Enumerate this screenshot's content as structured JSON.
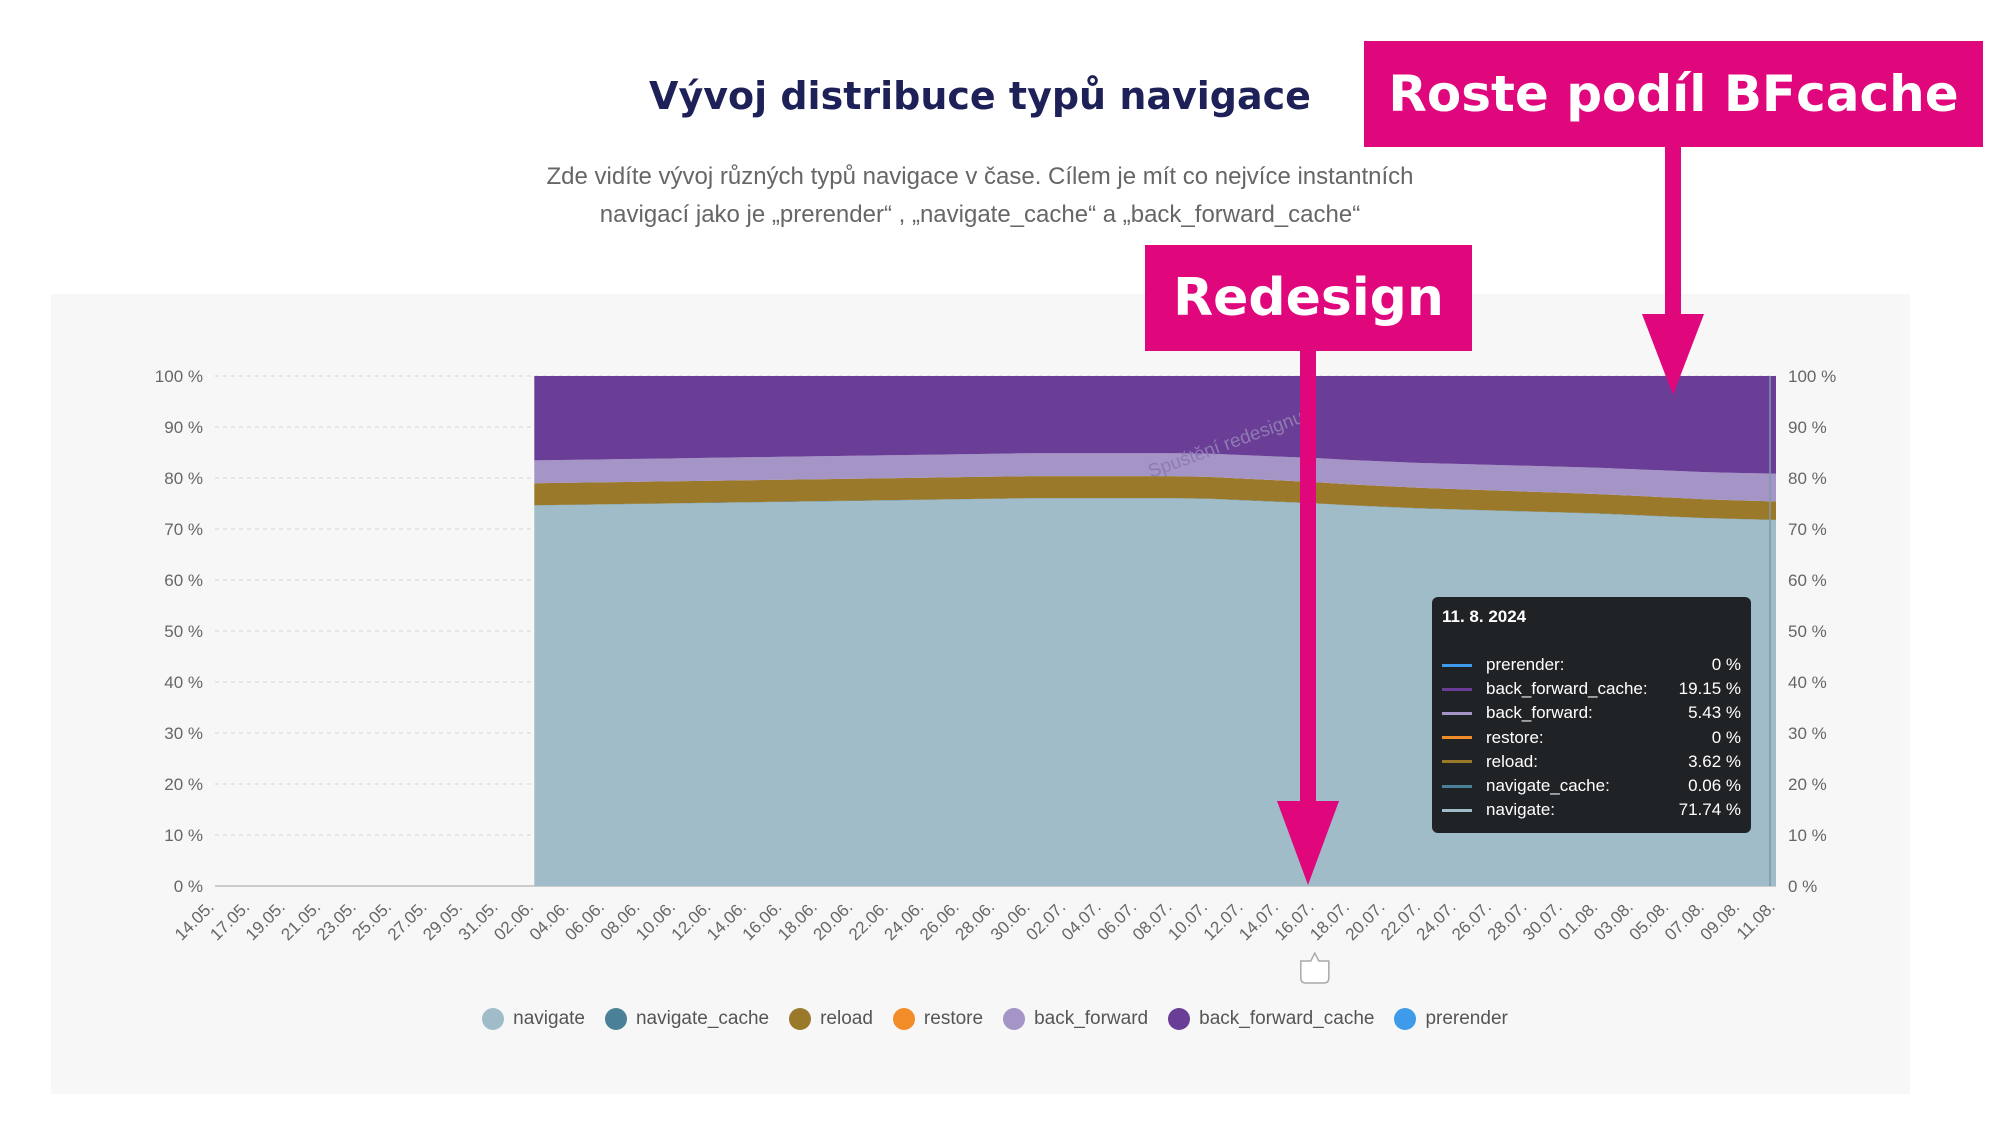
{
  "title": "Vývoj distribuce typů navigace",
  "subtitle_line1": "Zde vidíte vývoj různých typů navigace v čase. Cílem je mít co nejvíce instantních",
  "subtitle_line2": "navigací jako je „prerender“ , „navigate_cache“ a „back_forward_cache“",
  "annotations": {
    "redesign": "Redesign",
    "bfcache_growth": "Roste podíl BFcache",
    "accent_color": "#e0077d"
  },
  "chart_data": {
    "type": "area",
    "stacking": "percent",
    "xlabel": "",
    "ylabel": "",
    "ylim": [
      0,
      100
    ],
    "y_ticks": [
      "0 %",
      "10 %",
      "20 %",
      "30 %",
      "40 %",
      "50 %",
      "60 %",
      "70 %",
      "80 %",
      "90 %",
      "100 %"
    ],
    "grid": true,
    "legend_placement": "bottom",
    "categories": [
      "14.05.",
      "17.05.",
      "19.05.",
      "21.05.",
      "23.05.",
      "25.05.",
      "27.05.",
      "29.05.",
      "31.05.",
      "02.06.",
      "04.06.",
      "06.06.",
      "08.06.",
      "10.06.",
      "12.06.",
      "14.06.",
      "16.06.",
      "18.06.",
      "20.06.",
      "22.06.",
      "24.06.",
      "26.06.",
      "28.06.",
      "30.06.",
      "02.07.",
      "04.07.",
      "06.07.",
      "08.07.",
      "10.07.",
      "12.07.",
      "14.07.",
      "16.07.",
      "18.07.",
      "20.07.",
      "22.07.",
      "24.07.",
      "26.07.",
      "28.07.",
      "30.07.",
      "01.08.",
      "03.08.",
      "05.08.",
      "07.08.",
      "09.08.",
      "11.08."
    ],
    "plot_line": {
      "category": "16.07.",
      "label": "Spuštění redesignu"
    },
    "series": [
      {
        "name": "navigate",
        "color": "#9fbcc8",
        "values": [
          null,
          null,
          null,
          null,
          null,
          null,
          null,
          null,
          null,
          74.6,
          74.7,
          74.8,
          74.9,
          75.0,
          75.1,
          75.2,
          75.3,
          75.4,
          75.5,
          75.6,
          75.7,
          75.8,
          75.9,
          76.0,
          76.0,
          76.0,
          76.0,
          76.0,
          75.9,
          75.6,
          75.3,
          75.0,
          74.6,
          74.3,
          74.0,
          73.8,
          73.6,
          73.4,
          73.2,
          73.0,
          72.7,
          72.4,
          72.1,
          71.9,
          71.74
        ]
      },
      {
        "name": "navigate_cache",
        "color": "#4a8198",
        "values": [
          null,
          null,
          null,
          null,
          null,
          null,
          null,
          null,
          null,
          0.06,
          0.06,
          0.06,
          0.06,
          0.06,
          0.06,
          0.06,
          0.06,
          0.06,
          0.06,
          0.06,
          0.06,
          0.06,
          0.06,
          0.06,
          0.06,
          0.06,
          0.06,
          0.06,
          0.06,
          0.06,
          0.06,
          0.06,
          0.06,
          0.06,
          0.06,
          0.06,
          0.06,
          0.06,
          0.06,
          0.06,
          0.06,
          0.06,
          0.06,
          0.06,
          0.06
        ]
      },
      {
        "name": "reload",
        "color": "#9a7a2a",
        "values": [
          null,
          null,
          null,
          null,
          null,
          null,
          null,
          null,
          null,
          4.3,
          4.3,
          4.3,
          4.3,
          4.3,
          4.3,
          4.3,
          4.3,
          4.3,
          4.3,
          4.3,
          4.3,
          4.3,
          4.3,
          4.3,
          4.3,
          4.3,
          4.3,
          4.3,
          4.26,
          4.22,
          4.17,
          4.13,
          4.09,
          4.05,
          4.0,
          3.96,
          3.92,
          3.88,
          3.84,
          3.79,
          3.75,
          3.71,
          3.67,
          3.64,
          3.62
        ]
      },
      {
        "name": "restore",
        "color": "#f28c28",
        "values": [
          null,
          null,
          null,
          null,
          null,
          null,
          null,
          null,
          null,
          0,
          0,
          0,
          0,
          0,
          0,
          0,
          0,
          0,
          0,
          0,
          0,
          0,
          0,
          0,
          0,
          0,
          0,
          0,
          0,
          0,
          0,
          0,
          0,
          0,
          0,
          0,
          0,
          0,
          0,
          0,
          0,
          0,
          0,
          0,
          0
        ]
      },
      {
        "name": "back_forward",
        "color": "#a594c6",
        "values": [
          null,
          null,
          null,
          null,
          null,
          null,
          null,
          null,
          null,
          4.5,
          4.5,
          4.5,
          4.5,
          4.5,
          4.5,
          4.5,
          4.5,
          4.5,
          4.5,
          4.5,
          4.5,
          4.5,
          4.5,
          4.5,
          4.5,
          4.5,
          4.5,
          4.5,
          4.55,
          4.61,
          4.66,
          4.72,
          4.77,
          4.83,
          4.88,
          4.94,
          4.99,
          5.05,
          5.1,
          5.16,
          5.21,
          5.27,
          5.32,
          5.38,
          5.43
        ]
      },
      {
        "name": "back_forward_cache",
        "color": "#6a3d96",
        "values": [
          null,
          null,
          null,
          null,
          null,
          null,
          null,
          null,
          null,
          16.54,
          16.44,
          16.34,
          16.24,
          16.14,
          16.04,
          15.94,
          15.84,
          15.74,
          15.64,
          15.54,
          15.44,
          15.34,
          15.24,
          15.14,
          15.14,
          15.14,
          15.14,
          15.14,
          15.23,
          15.51,
          15.81,
          16.09,
          16.48,
          16.76,
          17.06,
          17.24,
          17.43,
          17.61,
          17.8,
          17.99,
          18.28,
          18.56,
          18.85,
          19.02,
          19.15
        ]
      },
      {
        "name": "prerender",
        "color": "#3d9be9",
        "values": [
          null,
          null,
          null,
          null,
          null,
          null,
          null,
          null,
          null,
          0,
          0,
          0,
          0,
          0,
          0,
          0,
          0,
          0,
          0,
          0,
          0,
          0,
          0,
          0,
          0,
          0,
          0,
          0,
          0,
          0,
          0,
          0,
          0,
          0,
          0,
          0,
          0,
          0,
          0,
          0,
          0,
          0,
          0,
          0,
          0
        ]
      }
    ],
    "legend": [
      "navigate",
      "navigate_cache",
      "reload",
      "restore",
      "back_forward",
      "back_forward_cache",
      "prerender"
    ],
    "tooltip": {
      "date": "11. 8. 2024",
      "rows": [
        {
          "name": "prerender:",
          "value": "0 %",
          "color": "#3d9be9"
        },
        {
          "name": "back_forward_cache:",
          "value": "19.15 %",
          "color": "#6a3d96"
        },
        {
          "name": "back_forward:",
          "value": "5.43 %",
          "color": "#a594c6"
        },
        {
          "name": "restore:",
          "value": "0 %",
          "color": "#f28c28"
        },
        {
          "name": "reload:",
          "value": "3.62 %",
          "color": "#9a7a2a"
        },
        {
          "name": "navigate_cache:",
          "value": "0.06 %",
          "color": "#4a8198"
        },
        {
          "name": "navigate:",
          "value": "71.74 %",
          "color": "#9fbcc8"
        }
      ]
    }
  }
}
